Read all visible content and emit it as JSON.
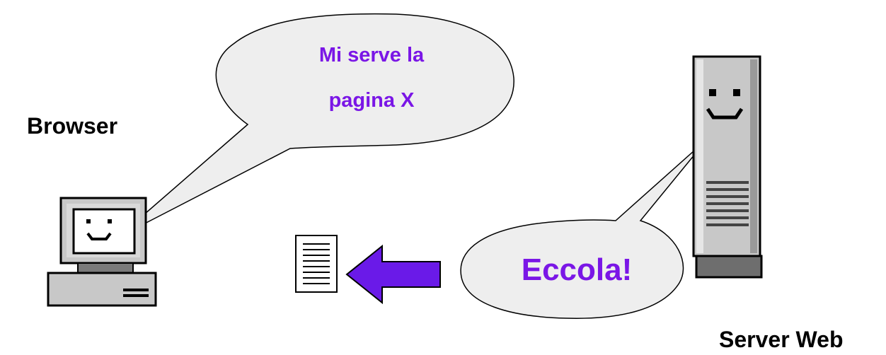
{
  "labels": {
    "browser": "Browser",
    "server": "Server Web"
  },
  "bubbles": {
    "request_line1": "Mi serve la",
    "request_line2": "pagina X",
    "response": "Eccola!"
  },
  "colors": {
    "bubble_fill": "#eeeeee",
    "bubble_text": "#7a16e6",
    "arrow_fill": "#6a1ae8",
    "device_gray": "#c0c0c0",
    "device_dark": "#7a7a7a",
    "outline": "#000000"
  },
  "icons": {
    "client": "smiling-computer-icon",
    "server": "smiling-server-icon",
    "document": "document-icon",
    "arrow": "arrow-left-icon"
  }
}
